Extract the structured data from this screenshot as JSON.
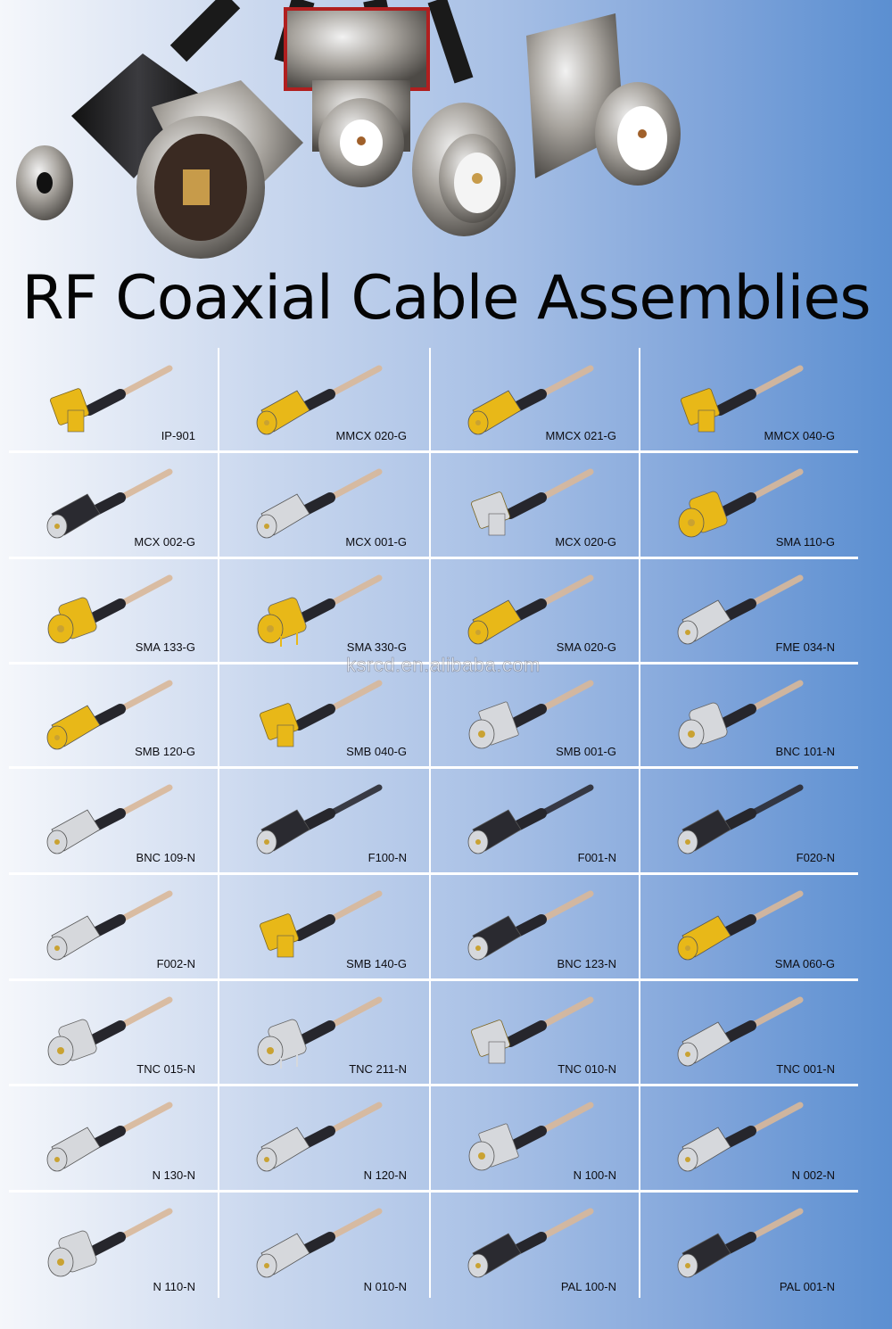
{
  "header": {
    "title": "RF Coaxial Cable Assemblies",
    "hero_image": "Photo of five RF coaxial connectors: PAL, N, BNC bulkhead, BNC male, TNC flange"
  },
  "watermark": "ksrcd.en.alibaba.com",
  "colors": {
    "background_left": "#f5f7fb",
    "background_right": "#5b8fd1",
    "grid_lines": "#ffffff",
    "gold": "#e8b818",
    "silver": "#d6d8dc",
    "black_boot": "#2a2a30",
    "cable_tan": "#d9b89a"
  },
  "catalog": {
    "columns": 4,
    "rows": [
      [
        {
          "label": "IP-901",
          "finish": "gold",
          "style": "right-angle"
        },
        {
          "label": "MMCX 020-G",
          "finish": "gold",
          "style": "straight"
        },
        {
          "label": "MMCX 021-G",
          "finish": "gold",
          "style": "straight"
        },
        {
          "label": "MMCX 040-G",
          "finish": "gold",
          "style": "right-angle"
        }
      ],
      [
        {
          "label": "MCX 002-G",
          "finish": "black",
          "style": "straight"
        },
        {
          "label": "MCX 001-G",
          "finish": "silver",
          "style": "straight"
        },
        {
          "label": "MCX 020-G",
          "finish": "silver",
          "style": "right-angle"
        },
        {
          "label": "SMA 110-G",
          "finish": "gold",
          "style": "bulkhead"
        }
      ],
      [
        {
          "label": "SMA 133-G",
          "finish": "gold",
          "style": "bulkhead"
        },
        {
          "label": "SMA 330-G",
          "finish": "gold",
          "style": "pcb"
        },
        {
          "label": "SMA 020-G",
          "finish": "gold",
          "style": "straight"
        },
        {
          "label": "FME 034-N",
          "finish": "silver",
          "style": "straight"
        }
      ],
      [
        {
          "label": "SMB 120-G",
          "finish": "gold",
          "style": "straight"
        },
        {
          "label": "SMB 040-G",
          "finish": "gold",
          "style": "right-angle"
        },
        {
          "label": "SMB 001-G",
          "finish": "silver",
          "style": "flange"
        },
        {
          "label": "BNC 101-N",
          "finish": "silver",
          "style": "bulkhead"
        }
      ],
      [
        {
          "label": "BNC 109-N",
          "finish": "silver",
          "style": "straight"
        },
        {
          "label": "F100-N",
          "finish": "black",
          "style": "straight"
        },
        {
          "label": "F001-N",
          "finish": "black",
          "style": "straight"
        },
        {
          "label": "F020-N",
          "finish": "black",
          "style": "straight"
        }
      ],
      [
        {
          "label": "F002-N",
          "finish": "silver",
          "style": "straight"
        },
        {
          "label": "SMB 140-G",
          "finish": "gold",
          "style": "right-angle"
        },
        {
          "label": "BNC 123-N",
          "finish": "black",
          "style": "straight"
        },
        {
          "label": "SMA 060-G",
          "finish": "gold",
          "style": "straight"
        }
      ],
      [
        {
          "label": "TNC 015-N",
          "finish": "silver",
          "style": "bulkhead"
        },
        {
          "label": "TNC 211-N",
          "finish": "silver",
          "style": "pcb"
        },
        {
          "label": "TNC 010-N",
          "finish": "silver",
          "style": "right-angle"
        },
        {
          "label": "TNC 001-N",
          "finish": "silver",
          "style": "straight"
        }
      ],
      [
        {
          "label": "N 130-N",
          "finish": "silver",
          "style": "straight"
        },
        {
          "label": "N 120-N",
          "finish": "silver",
          "style": "straight"
        },
        {
          "label": "N 100-N",
          "finish": "silver",
          "style": "flange"
        },
        {
          "label": "N 002-N",
          "finish": "silver",
          "style": "straight"
        }
      ],
      [
        {
          "label": "N 110-N",
          "finish": "silver",
          "style": "bulkhead"
        },
        {
          "label": "N 010-N",
          "finish": "silver",
          "style": "straight"
        },
        {
          "label": "PAL 100-N",
          "finish": "black",
          "style": "straight"
        },
        {
          "label": "PAL 001-N",
          "finish": "black",
          "style": "straight"
        }
      ]
    ]
  }
}
